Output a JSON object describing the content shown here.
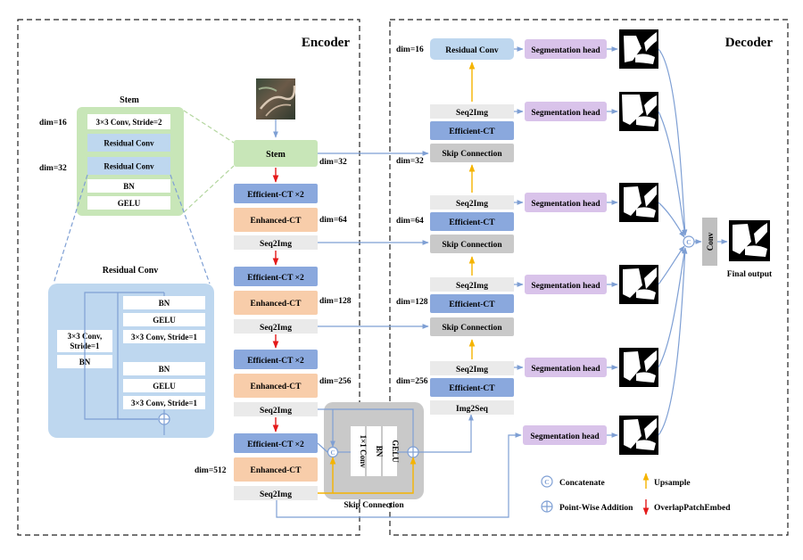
{
  "encoder_title": "Encoder",
  "decoder_title": "Decoder",
  "stem_panel": {
    "title": "Stem",
    "dim_a": "dim=16",
    "dim_b": "dim=32",
    "conv": "3×3 Conv, Stride=2",
    "res1": "Residual Conv",
    "res2": "Residual Conv",
    "bn": "BN",
    "gelu": "GELU"
  },
  "residual_panel": {
    "title": "Residual Conv",
    "bn_top": "BN",
    "gelu_1": "GELU",
    "conv_1": "3×3 Conv, Stride=1",
    "bn_mid": "BN",
    "gelu_2": "GELU",
    "conv_2": "3×3 Conv, Stride=1",
    "side_conv_l1": "3×3 Conv,",
    "side_conv_l2": "Stride=1",
    "side_bn": "BN"
  },
  "encoder": {
    "stem": "Stem",
    "dim_stem": "dim=32",
    "ect1": "Efficient-CT ×2",
    "enh1": "Enhanced-CT",
    "dim1": "dim=64",
    "s2i1": "Seq2Img",
    "ect2": "Efficient-CT ×2",
    "enh2": "Enhanced-CT",
    "dim2": "dim=128",
    "s2i2": "Seq2Img",
    "ect3": "Efficient-CT ×2",
    "enh3": "Enhanced-CT",
    "dim3": "dim=256",
    "s2i3": "Seq2Img",
    "ect4": "Efficient-CT ×2",
    "enh4": "Enhanced-CT",
    "dim4": "dim=512",
    "s2i4": "Seq2Img"
  },
  "skip_block": {
    "title": "Skip Connection",
    "conv": "1×1 Conv",
    "bn": "BN",
    "gelu": "GELU"
  },
  "decoder": {
    "dim16": "dim=16",
    "res_conv": "Residual Conv",
    "s2i_a": "Seq2Img",
    "ect_a": "Efficient-CT",
    "skip_a": "Skip Connection",
    "dim32": "dim=32",
    "s2i_b": "Seq2Img",
    "ect_b": "Efficient-CT",
    "skip_b": "Skip Connection",
    "dim64": "dim=64",
    "s2i_c": "Seq2Img",
    "ect_c": "Efficient-CT",
    "skip_c": "Skip Connection",
    "dim128": "dim=128",
    "s2i_d": "Seq2Img",
    "ect_d": "Efficient-CT",
    "img2seq": "Img2Seq",
    "dim256": "dim=256"
  },
  "seg_heads": [
    "Segmentation head",
    "Segmentation head",
    "Segmentation head",
    "Segmentation head",
    "Segmentation head",
    "Segmentation head"
  ],
  "concat_symbol": "C",
  "conv_label": "Conv",
  "final_output": "Final output",
  "legend": {
    "concatenate": "Concatenate",
    "upsample": "Upsample",
    "pointwise": "Point-Wise Addition",
    "overlap": "OverlapPatchEmbed"
  },
  "colors": {
    "stem_green": "#c8e6b8",
    "panel_blue": "#bed7ef",
    "block_blue": "#8aa8dd",
    "block_orange": "#f8cdaa",
    "block_gray": "#eaeaea",
    "skip_gray": "#c9c9c9",
    "seg_purple": "#d9c3ea",
    "arrow_red": "#e41a1a",
    "arrow_yellow": "#f5b400",
    "line_blue": "#7e9fd4"
  }
}
